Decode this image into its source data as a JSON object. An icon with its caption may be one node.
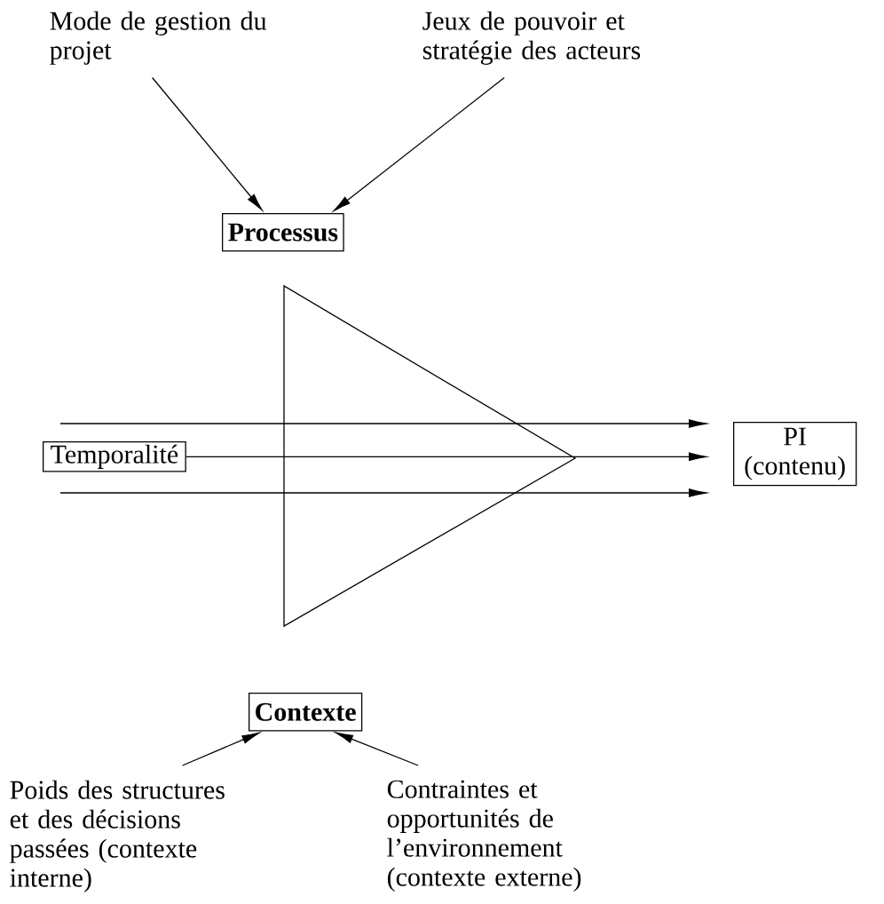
{
  "diagram": {
    "nodes": [
      {
        "text": [
          "Mode de gestion du projet"
        ]
      },
      {
        "text": [
          "Jeux de pouvoir et stratégie des acteurs"
        ]
      },
      {
        "text": [
          "Processus"
        ]
      },
      {
        "text": [
          "Temporalité"
        ]
      },
      {
        "text": [
          "PI (contenu)"
        ]
      },
      {
        "text": [
          "Contexte"
        ]
      },
      {
        "text": [
          "Poids des structures et des décisions passées (contexte interne)"
        ]
      },
      {
        "text": [
          "Contraintes et opportunités de l’environnement (contexte externe)"
        ]
      }
    ],
    "edges": [
      {
        "from": 0,
        "to": 2,
        "arrow": "to"
      },
      {
        "from": 1,
        "to": 2,
        "arrow": "to"
      },
      {
        "from": null,
        "to": 4,
        "arrow": "to"
      },
      {
        "from": 3,
        "to": 4,
        "arrow": "to"
      },
      {
        "from": null,
        "to": 4,
        "arrow": "to"
      },
      {
        "from": 6,
        "to": 5,
        "arrow": "to"
      },
      {
        "from": 7,
        "to": 5,
        "arrow": "to"
      }
    ]
  }
}
